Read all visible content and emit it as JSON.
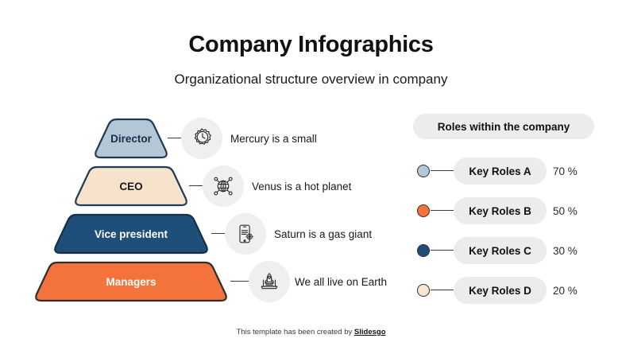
{
  "header": {
    "title": "Company Infographics",
    "subtitle": "Organizational structure overview in company"
  },
  "pyramid": {
    "levels": [
      {
        "label": "Director",
        "fill": "#b3c7d6",
        "stroke": "#1f3b57",
        "text_color": "#16304a",
        "icon": "gear-clock-icon",
        "description": "Mercury is a small"
      },
      {
        "label": "CEO",
        "fill": "#f7e2cc",
        "stroke": "#1f3b57",
        "text_color": "#1a1a1a",
        "icon": "globe-network-icon",
        "description": "Venus is a hot planet"
      },
      {
        "label": "Vice president",
        "fill": "#1f4e79",
        "stroke": "#16304a",
        "text_color": "#ffffff",
        "icon": "mobile-settings-icon",
        "description": "Saturn is a gas giant"
      },
      {
        "label": "Managers",
        "fill": "#f4733c",
        "stroke": "#2e2e2e",
        "text_color": "#ffffff",
        "icon": "laptop-rocket-icon",
        "description": "We all live on Earth"
      }
    ]
  },
  "panel": {
    "header_label": "Roles within the company",
    "roles": [
      {
        "label": "Key Roles A",
        "percent": "70 %",
        "dot_color": "#b3c7d6"
      },
      {
        "label": "Key Roles B",
        "percent": "50 %",
        "dot_color": "#f4733c"
      },
      {
        "label": "Key Roles C",
        "percent": "30 %",
        "dot_color": "#1f4e79"
      },
      {
        "label": "Key Roles D",
        "percent": "20 %",
        "dot_color": "#f9e6d2"
      }
    ]
  },
  "footer": {
    "prefix": "This template has been created by ",
    "brand": "Slidesgo"
  },
  "colors": {
    "light_blue": "#b3c7d6",
    "cream": "#f7e2cc",
    "navy": "#1f4e79",
    "orange": "#f4733c",
    "pill_gray": "#ececeb",
    "icon_bubble_gray": "#efefed"
  }
}
